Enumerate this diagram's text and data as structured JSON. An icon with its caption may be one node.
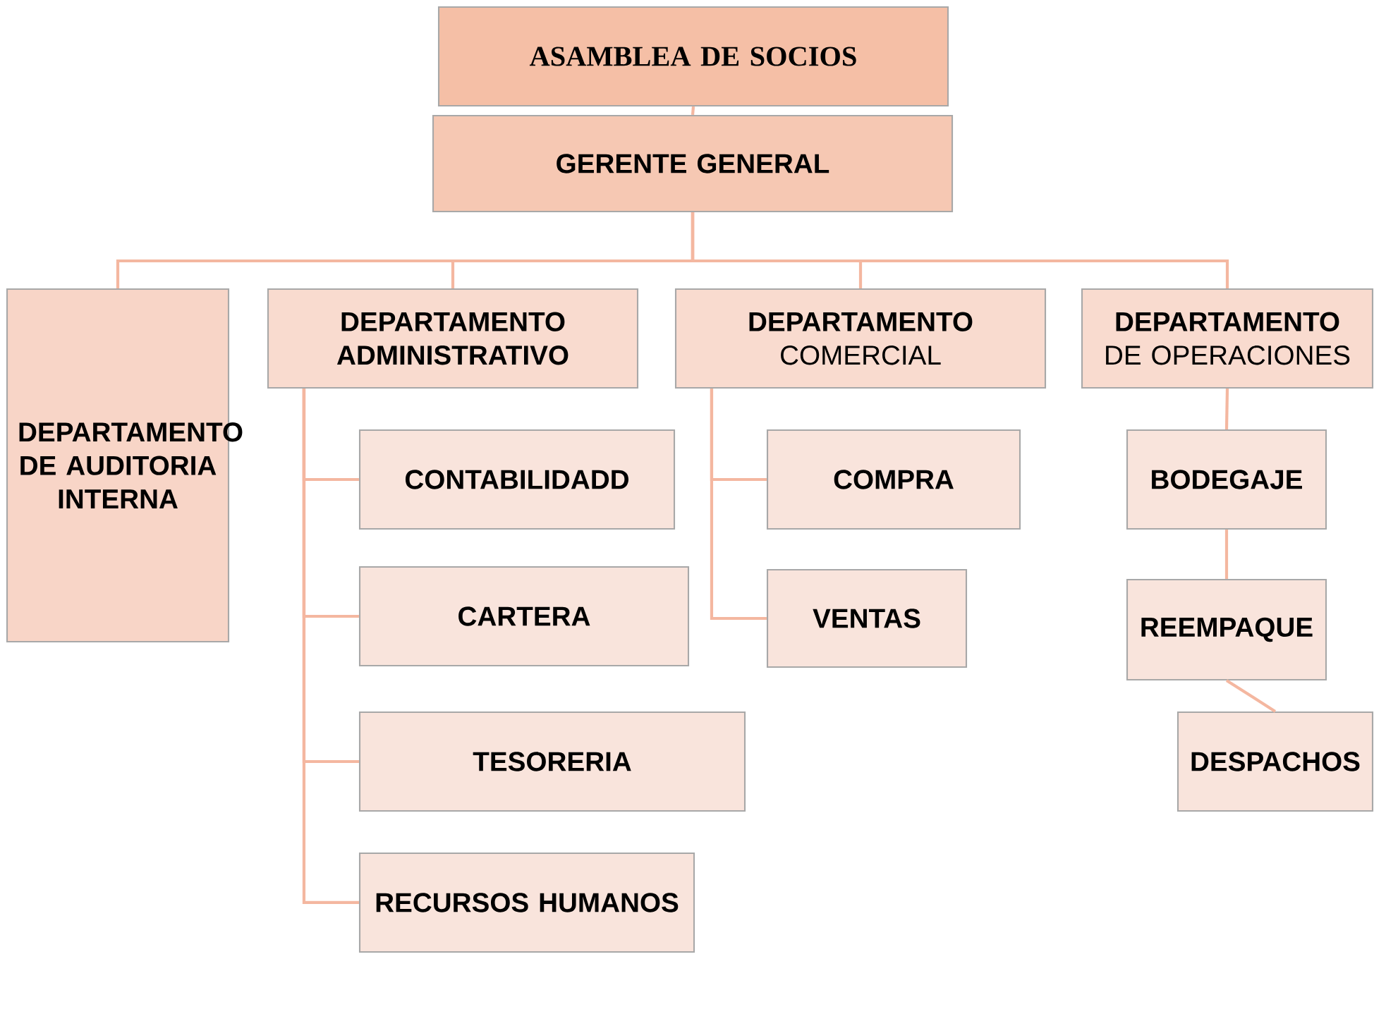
{
  "diagram": {
    "nodes": [
      {
        "text": [
          "ASAMBLEA DE SOCIOS"
        ]
      },
      {
        "text": [
          "GERENTE GENERAL"
        ]
      },
      {
        "text": [
          "DEPARTAMENTO DE AUDITORIA INTERNA"
        ]
      },
      {
        "text": [
          "DEPARTAMENTO ADMINISTRATIVO"
        ]
      },
      {
        "text": [
          "**DEPARTAMENTO** COMERCIAL"
        ]
      },
      {
        "text": [
          "**DEPARTAMENTO** DE OPERACIONES"
        ]
      },
      {
        "text": [
          "CONTABILIDADD"
        ]
      },
      {
        "text": [
          "CARTERA"
        ]
      },
      {
        "text": [
          "TESORERIA"
        ]
      },
      {
        "text": [
          "RECURSOS HUMANOS"
        ]
      },
      {
        "text": [
          "COMPRA"
        ]
      },
      {
        "text": [
          "VENTAS"
        ]
      },
      {
        "text": [
          "BODEGAJE"
        ]
      },
      {
        "text": [
          "REEMPAQUE"
        ]
      },
      {
        "text": [
          "DESPACHOS"
        ]
      }
    ],
    "edges": [
      {
        "from": 0,
        "to": 1,
        "arrow": "none"
      },
      {
        "from": 1,
        "to": 2,
        "arrow": "none"
      },
      {
        "from": 1,
        "to": 3,
        "arrow": "none"
      },
      {
        "from": 1,
        "to": 4,
        "arrow": "none"
      },
      {
        "from": 1,
        "to": 5,
        "arrow": "none"
      },
      {
        "from": 3,
        "to": 6,
        "arrow": "none"
      },
      {
        "from": 3,
        "to": 7,
        "arrow": "none"
      },
      {
        "from": 3,
        "to": 8,
        "arrow": "none"
      },
      {
        "from": 3,
        "to": 9,
        "arrow": "none"
      },
      {
        "from": 4,
        "to": 10,
        "arrow": "none"
      },
      {
        "from": 4,
        "to": 11,
        "arrow": "none"
      },
      {
        "from": 5,
        "to": 12,
        "arrow": "none"
      },
      {
        "from": 12,
        "to": 13,
        "arrow": "none"
      },
      {
        "from": 13,
        "to": 14,
        "arrow": "none"
      }
    ]
  }
}
